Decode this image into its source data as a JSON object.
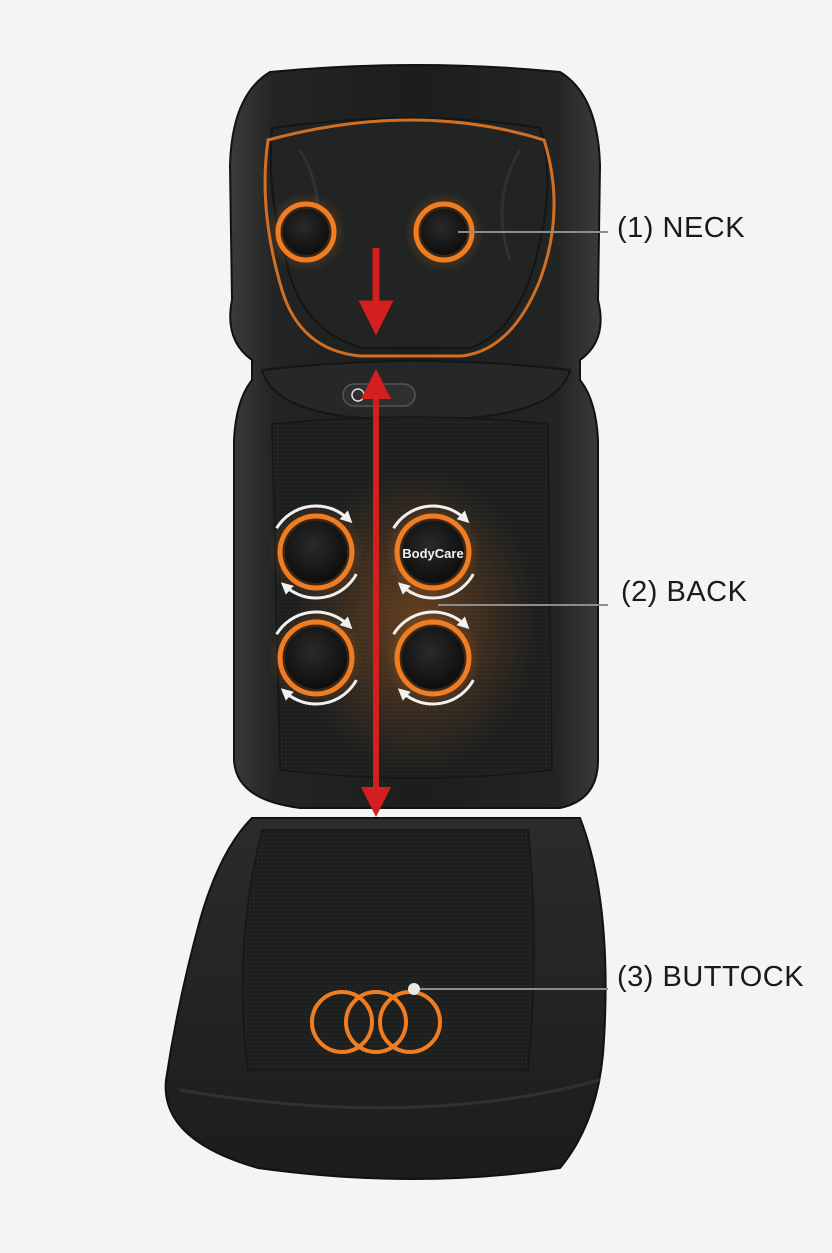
{
  "zones": {
    "neck": "(1) NECK",
    "back": "(2)  BACK",
    "buttock": "(3) BUTTOCK"
  },
  "brand": {
    "logo_text": "BodyCare"
  },
  "colors": {
    "heat_orange": "#f07d22",
    "arrow_red": "#d3201f",
    "seat_dark": "#202221",
    "leader_line": "#8d8d8d",
    "background": "#f4f4f2"
  },
  "icons": [
    "rotation-arrow-icon",
    "down-arrow-icon",
    "double-arrow-icon"
  ]
}
